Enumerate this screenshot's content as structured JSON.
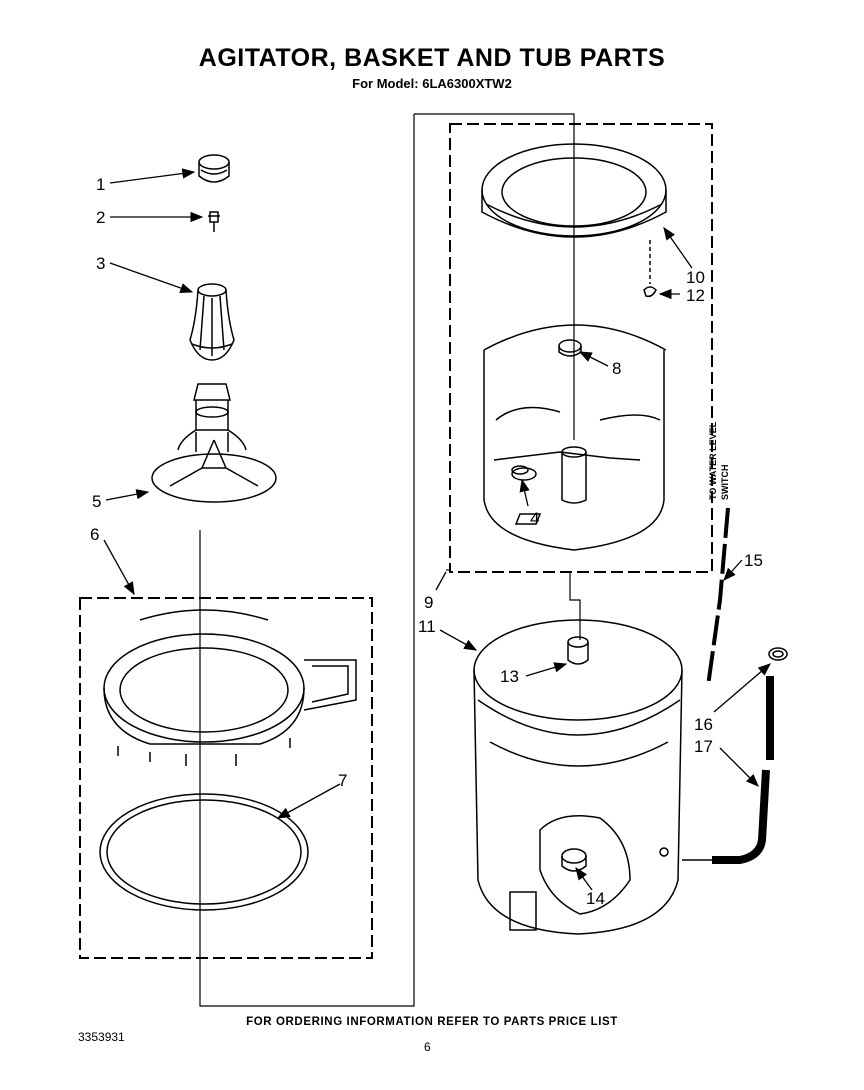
{
  "header": {
    "title": "AGITATOR, BASKET AND TUB PARTS",
    "model_line": "For Model: 6LA6300XTW2"
  },
  "callouts": [
    "1",
    "2",
    "3",
    "4",
    "5",
    "6",
    "7",
    "8",
    "9",
    "10",
    "11",
    "12",
    "13",
    "14",
    "15",
    "16",
    "17"
  ],
  "side_note": {
    "line1": "TO WATER LEVEL",
    "line2": "SWITCH"
  },
  "footer": {
    "ordering_note": "FOR ORDERING INFORMATION REFER TO PARTS PRICE LIST",
    "document_number": "3353931",
    "page_number": "6"
  }
}
